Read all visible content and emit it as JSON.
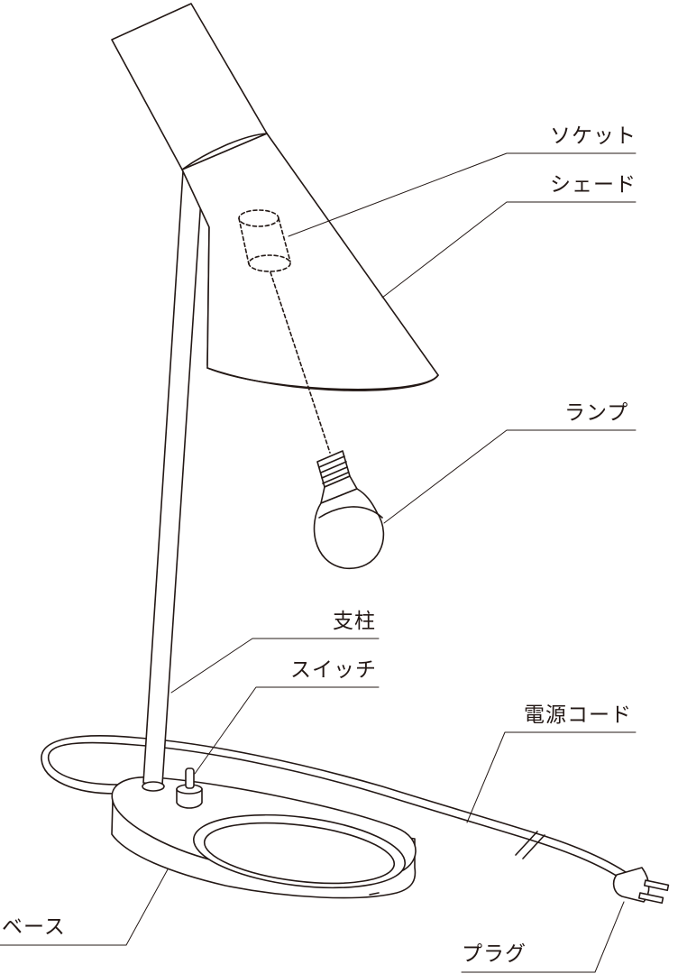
{
  "labels": {
    "socket": "ソケット",
    "shade": "シェード",
    "lamp": "ランプ",
    "pole": "支柱",
    "switch": "スイッチ",
    "cord": "電源コード",
    "base": "ベース",
    "plug": "プラグ"
  },
  "colors": {
    "line": "#231815",
    "fill": "#ffffff"
  }
}
